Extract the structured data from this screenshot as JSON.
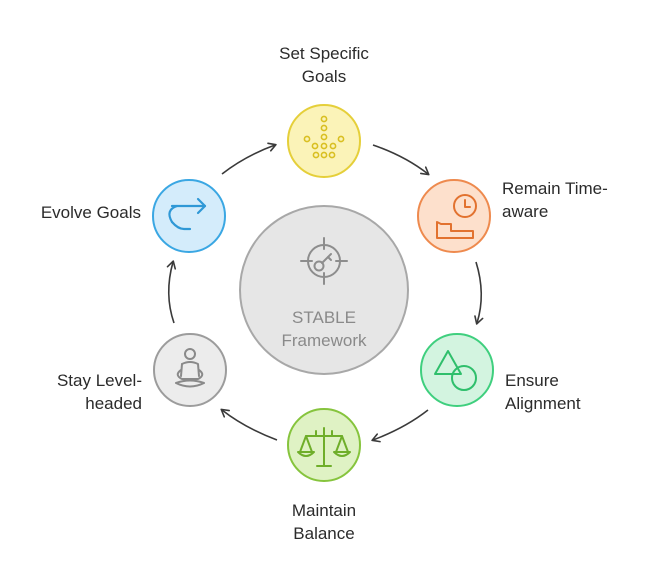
{
  "center": {
    "line1": "STABLE",
    "line2": "Framework",
    "icon": "target-key-icon"
  },
  "nodes": [
    {
      "id": "set-specific-goals",
      "line1": "Set Specific",
      "line2": "Goals",
      "icon": "dots-arrow-down-icon",
      "fill": "#fbf3b8",
      "stroke": "#e5cf3a"
    },
    {
      "id": "remain-time-aware",
      "line1": "Remain Time-",
      "line2": "aware",
      "icon": "clock-bed-icon",
      "fill": "#fde0cc",
      "stroke": "#ee8a4e"
    },
    {
      "id": "ensure-alignment",
      "line1": "Ensure",
      "line2": "Alignment",
      "icon": "triangle-circle-icon",
      "fill": "#d3f4e0",
      "stroke": "#3fcf7e"
    },
    {
      "id": "maintain-balance",
      "line1": "Maintain",
      "line2": "Balance",
      "icon": "scale-icon",
      "fill": "#dff2c4",
      "stroke": "#86c43d"
    },
    {
      "id": "stay-level-headed",
      "line1": "Stay Level-",
      "line2": "headed",
      "icon": "meditation-icon",
      "fill": "#ececec",
      "stroke": "#9c9c9c"
    },
    {
      "id": "evolve-goals",
      "line1": "Evolve Goals",
      "line2": "",
      "icon": "u-turn-arrow-icon",
      "fill": "#d4ecfb",
      "stroke": "#3aa7e3"
    }
  ]
}
